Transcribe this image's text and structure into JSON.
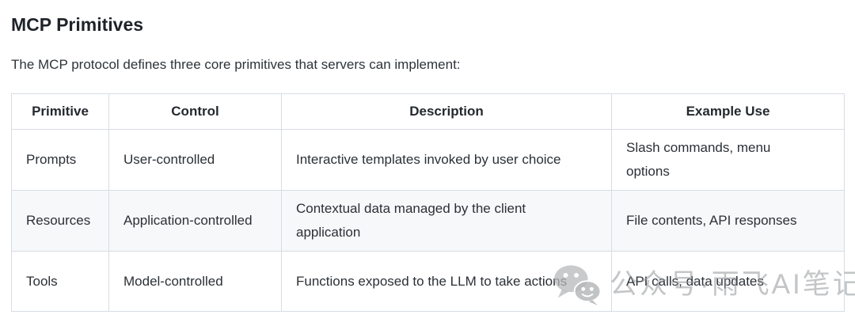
{
  "page": {
    "title": "MCP Primitives",
    "intro": "The MCP protocol defines three core primitives that servers can implement:"
  },
  "table": {
    "columns": [
      "Primitive",
      "Control",
      "Description",
      "Example Use"
    ],
    "rows": [
      {
        "primitive": "Prompts",
        "control": "User-controlled",
        "description": "Interactive templates invoked by user choice",
        "example_use": "Slash commands, menu options"
      },
      {
        "primitive": "Resources",
        "control": "Application-controlled",
        "description": "Contextual data managed by the client application",
        "example_use": "File contents, API responses"
      },
      {
        "primitive": "Tools",
        "control": "Model-controlled",
        "description": "Functions exposed to the LLM to take actions",
        "example_use": "API calls, data updates"
      }
    ]
  },
  "watermark": {
    "icon": "wechat-icon",
    "text": "公众号·雨飞AI笔记"
  },
  "colors": {
    "border": "#d8dde3",
    "row_stripe": "#f6f8fa",
    "heading_text": "#1f2329",
    "body_text": "#2b3036",
    "watermark_gray": "#b6b8ba"
  }
}
